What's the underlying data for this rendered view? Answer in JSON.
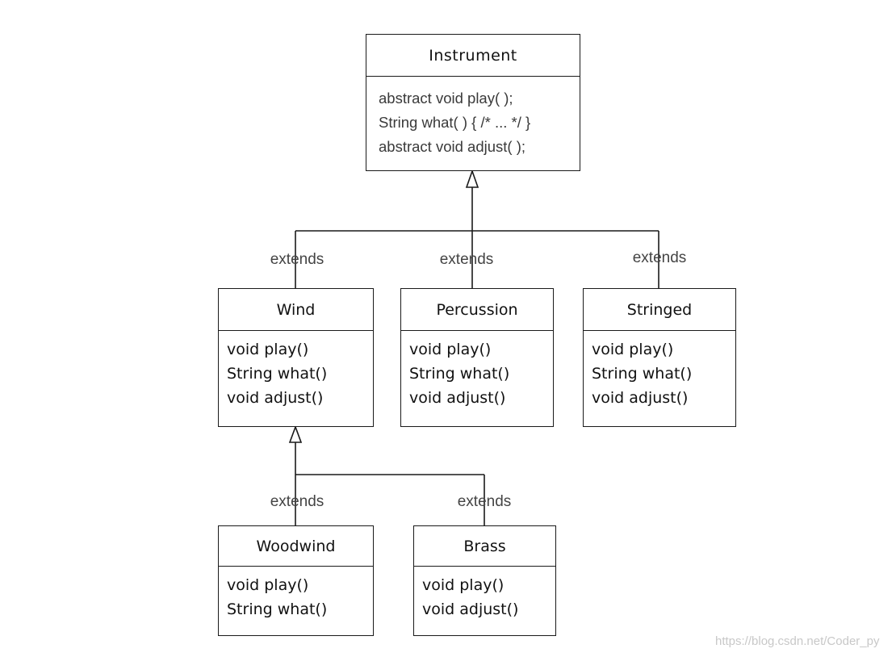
{
  "diagram": {
    "classes": {
      "instrument": {
        "name": "Instrument",
        "methods": [
          "abstract void play( );",
          "String what( ) { /* ... */ }",
          "abstract void adjust( );"
        ]
      },
      "wind": {
        "name": "Wind",
        "methods": [
          "void play()",
          "String what()",
          "void adjust()"
        ]
      },
      "percussion": {
        "name": "Percussion",
        "methods": [
          "void play()",
          "String what()",
          "void adjust()"
        ]
      },
      "stringed": {
        "name": "Stringed",
        "methods": [
          "void play()",
          "String what()",
          "void adjust()"
        ]
      },
      "woodwind": {
        "name": "Woodwind",
        "methods": [
          "void play()",
          "String what()"
        ]
      },
      "brass": {
        "name": "Brass",
        "methods": [
          "void play()",
          "void adjust()"
        ]
      }
    },
    "relations": [
      {
        "from": "Wind",
        "to": "Instrument",
        "label": "extends"
      },
      {
        "from": "Percussion",
        "to": "Instrument",
        "label": "extends"
      },
      {
        "from": "Stringed",
        "to": "Instrument",
        "label": "extends"
      },
      {
        "from": "Woodwind",
        "to": "Wind",
        "label": "extends"
      },
      {
        "from": "Brass",
        "to": "Wind",
        "label": "extends"
      }
    ]
  },
  "watermark": "https://blog.csdn.net/Coder_py",
  "colors": {
    "line": "#1a1a1a",
    "label": "#444444",
    "watermark": "#c8c8c8"
  }
}
